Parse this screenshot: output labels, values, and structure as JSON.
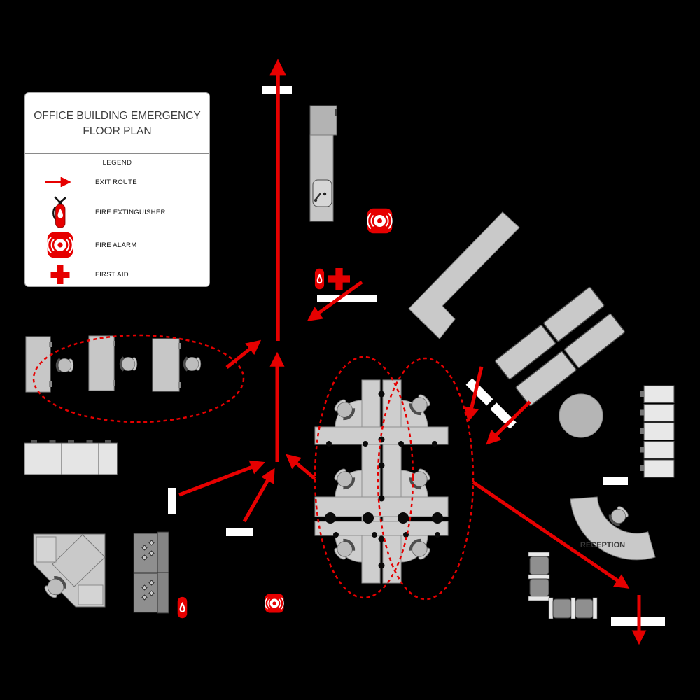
{
  "legend": {
    "title": "OFFICE BUILDING EMERGENCY FLOOR PLAN",
    "heading": "LEGEND",
    "items": [
      {
        "icon": "exit-route-arrow-icon",
        "label": "EXIT ROUTE"
      },
      {
        "icon": "fire-extinguisher-icon",
        "label": "FIRE EXTINGUISHER"
      },
      {
        "icon": "fire-alarm-icon",
        "label": "FIRE ALARM"
      },
      {
        "icon": "first-aid-icon",
        "label": "FIRST AID"
      }
    ]
  },
  "floor_plan": {
    "labels": {
      "reception": "RECEPTION"
    },
    "markers": {
      "fire_alarm_count": 2,
      "fire_extinguisher_count": 2,
      "first_aid_count": 1,
      "exit_route_arrow_count": 11,
      "door_opening_count": 8,
      "evacuation_zone_ellipse_count": 3
    },
    "colors": {
      "exit_route_red": "#e60000",
      "furniture_gray": "#c9c9c9",
      "cabinet_gray": "#e5e5e5",
      "dark_furniture_gray": "#8f8f8f",
      "door_opening_white": "#ffffff",
      "background": "#000000"
    }
  }
}
